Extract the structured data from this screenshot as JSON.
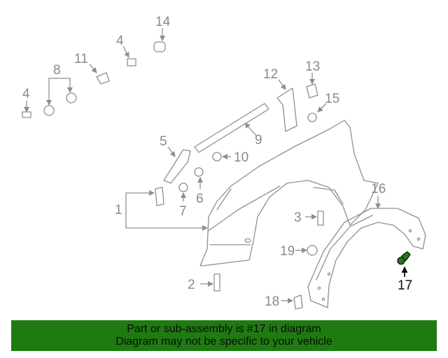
{
  "callouts": {
    "c1": "1",
    "c2": "2",
    "c3": "3",
    "c4a": "4",
    "c4b": "4",
    "c5": "5",
    "c6": "6",
    "c7": "7",
    "c8": "8",
    "c9": "9",
    "c10": "10",
    "c11": "11",
    "c12": "12",
    "c13": "13",
    "c14": "14",
    "c15": "15",
    "c16": "16",
    "c17": "17",
    "c18": "18",
    "c19": "19"
  },
  "highlight": {
    "part": "17",
    "color": "#1f7a12"
  },
  "banner": {
    "line1": "Part or sub-assembly is #17 in diagram",
    "line2": "Diagram may not be specific to your vehicle",
    "background": "#1f7a12"
  }
}
